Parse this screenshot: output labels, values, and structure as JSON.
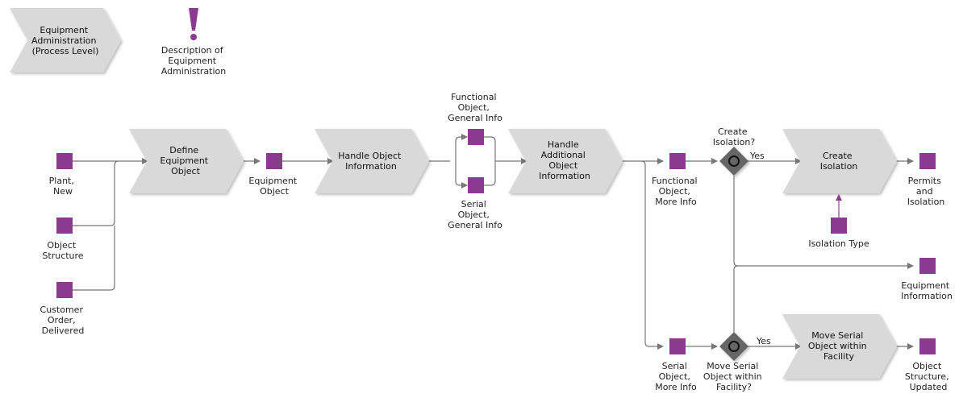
{
  "colors": {
    "process_fill": "#d9d9d9",
    "object_fill": "#8a3b8f",
    "connector": "#777777",
    "gateway_fill": "#666666",
    "text": "#222222"
  },
  "header": {
    "process_level": [
      "Equipment",
      "Administration",
      "(Process Level)"
    ],
    "description": [
      "Description of",
      "Equipment",
      "Administration"
    ]
  },
  "processes": {
    "define": [
      "Define",
      "Equipment",
      "Object"
    ],
    "handle_info": [
      "Handle Object",
      "Information"
    ],
    "handle_additional": [
      "Handle",
      "Additional",
      "Object",
      "Information"
    ],
    "create_isolation": [
      "Create",
      "Isolation"
    ],
    "move_serial": [
      "Move Serial",
      "Object within",
      "Facility"
    ]
  },
  "objects": {
    "plant_new": [
      "Plant,",
      "New"
    ],
    "object_structure": [
      "Object",
      "Structure"
    ],
    "customer_order": [
      "Customer",
      "Order,",
      "Delivered"
    ],
    "equipment_object": [
      "Equipment",
      "Object"
    ],
    "functional_general": [
      "Functional",
      "Object,",
      "General Info"
    ],
    "serial_general": [
      "Serial",
      "Object,",
      "General Info"
    ],
    "functional_more": [
      "Functional",
      "Object,",
      "More Info"
    ],
    "serial_more": [
      "Serial",
      "Object,",
      "More Info"
    ],
    "isolation_type": [
      "Isolation Type"
    ],
    "permits": [
      "Permits",
      "and",
      "Isolation"
    ],
    "equipment_information": [
      "Equipment",
      "Information"
    ],
    "object_structure_updated": [
      "Object",
      "Structure,",
      "Updated"
    ]
  },
  "gateways": {
    "create_isolation_q": [
      "Create",
      "Isolation?"
    ],
    "move_serial_q": [
      "Move Serial",
      "Object within",
      "Facility?"
    ]
  },
  "edge_labels": {
    "yes_isolation": "Yes",
    "yes_move": "Yes"
  }
}
